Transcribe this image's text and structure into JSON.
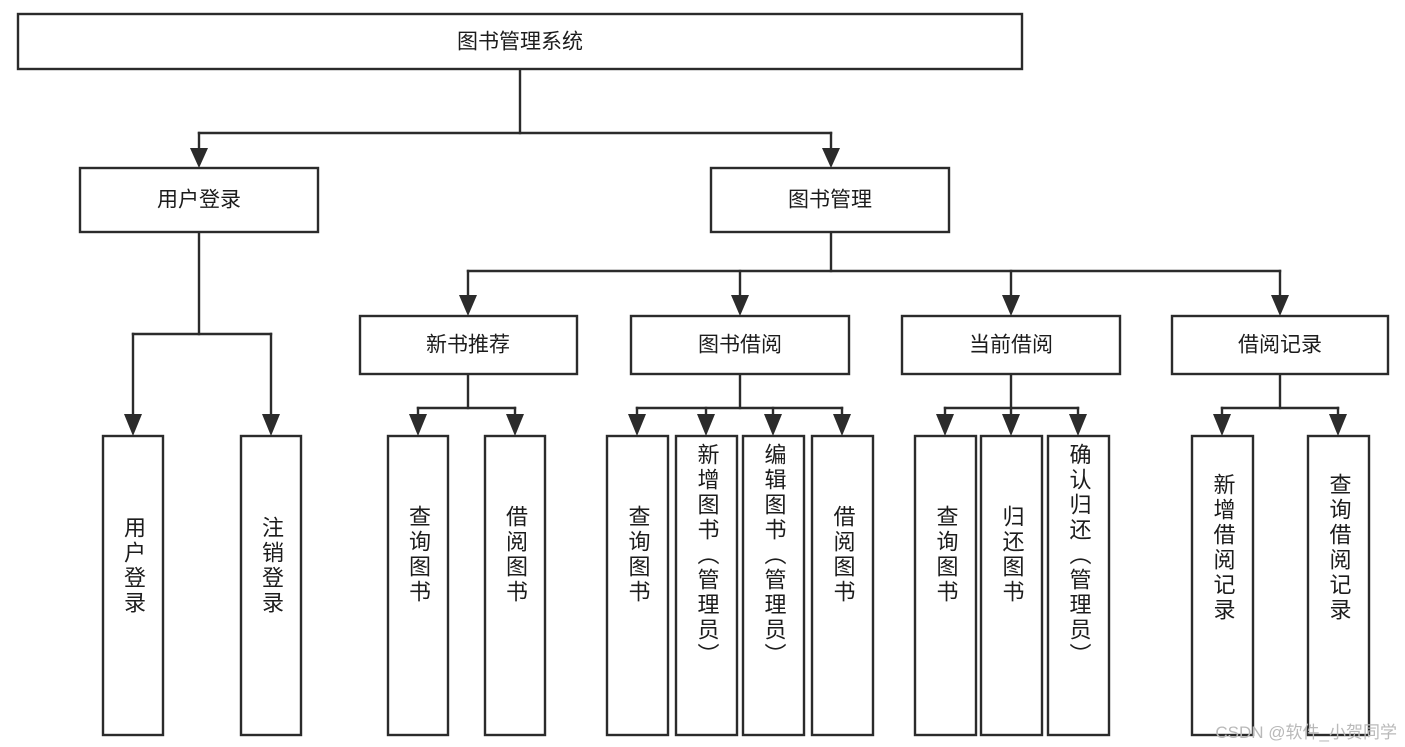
{
  "diagram": {
    "type": "tree",
    "title": "图书管理系统",
    "root": {
      "label": "图书管理系统"
    },
    "level2": [
      {
        "label": "用户登录"
      },
      {
        "label": "图书管理"
      }
    ],
    "level3": [
      {
        "label": "新书推荐"
      },
      {
        "label": "图书借阅"
      },
      {
        "label": "当前借阅"
      },
      {
        "label": "借阅记录"
      }
    ],
    "leaves": {
      "user_login": [
        {
          "label": "用户登录"
        },
        {
          "label": "注销登录"
        }
      ],
      "new_book_recommend": [
        {
          "label": "查询图书"
        },
        {
          "label": "借阅图书"
        }
      ],
      "book_borrow": [
        {
          "label": "查询图书"
        },
        {
          "label": "新增图书（管理员）"
        },
        {
          "label": "编辑图书（管理员）"
        },
        {
          "label": "借阅图书"
        }
      ],
      "current_borrow": [
        {
          "label": "查询图书"
        },
        {
          "label": "归还图书"
        },
        {
          "label": "确认归还（管理员）"
        }
      ],
      "borrow_record": [
        {
          "label": "新增借阅记录"
        },
        {
          "label": "查询借阅记录"
        }
      ]
    }
  },
  "watermark": {
    "text": "CSDN @软件_小贺同学"
  },
  "colors": {
    "stroke": "#2b2b2b",
    "box_fill": "#ffffff",
    "text": "#1c1c1c",
    "background": "#ffffff",
    "watermark": "#b9b9b9"
  }
}
